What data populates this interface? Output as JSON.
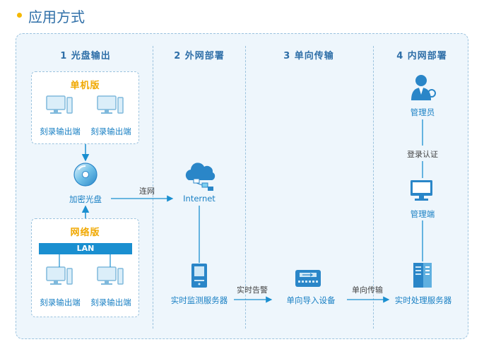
{
  "header": {
    "title": "应用方式"
  },
  "columns": [
    {
      "title": "1 光盘输出"
    },
    {
      "title": "2 外网部署"
    },
    {
      "title": "3 单向传输"
    },
    {
      "title": "4 内网部署"
    }
  ],
  "standalone": {
    "title": "单机版",
    "terminals": [
      "刻录输出端",
      "刻录输出端"
    ]
  },
  "network": {
    "title": "网络版",
    "lan": "LAN",
    "terminals": [
      "刻录输出端",
      "刻录输出端"
    ]
  },
  "disc": {
    "label": "加密光盘"
  },
  "internet": {
    "label": "Internet"
  },
  "monitor_server": {
    "label": "实时监测服务器"
  },
  "import_device": {
    "label": "单向导入设备"
  },
  "process_server": {
    "label": "实时处理服务器"
  },
  "admin": {
    "label": "管理员"
  },
  "admin_terminal": {
    "label": "管理端"
  },
  "edges": {
    "connect": "连网",
    "alarm": "实时告警",
    "oneway": "单向传输",
    "login": "登录认证"
  },
  "colors": {
    "accent": "#1a8fd0",
    "highlight": "#f0a800",
    "title": "#2f6fa8"
  }
}
